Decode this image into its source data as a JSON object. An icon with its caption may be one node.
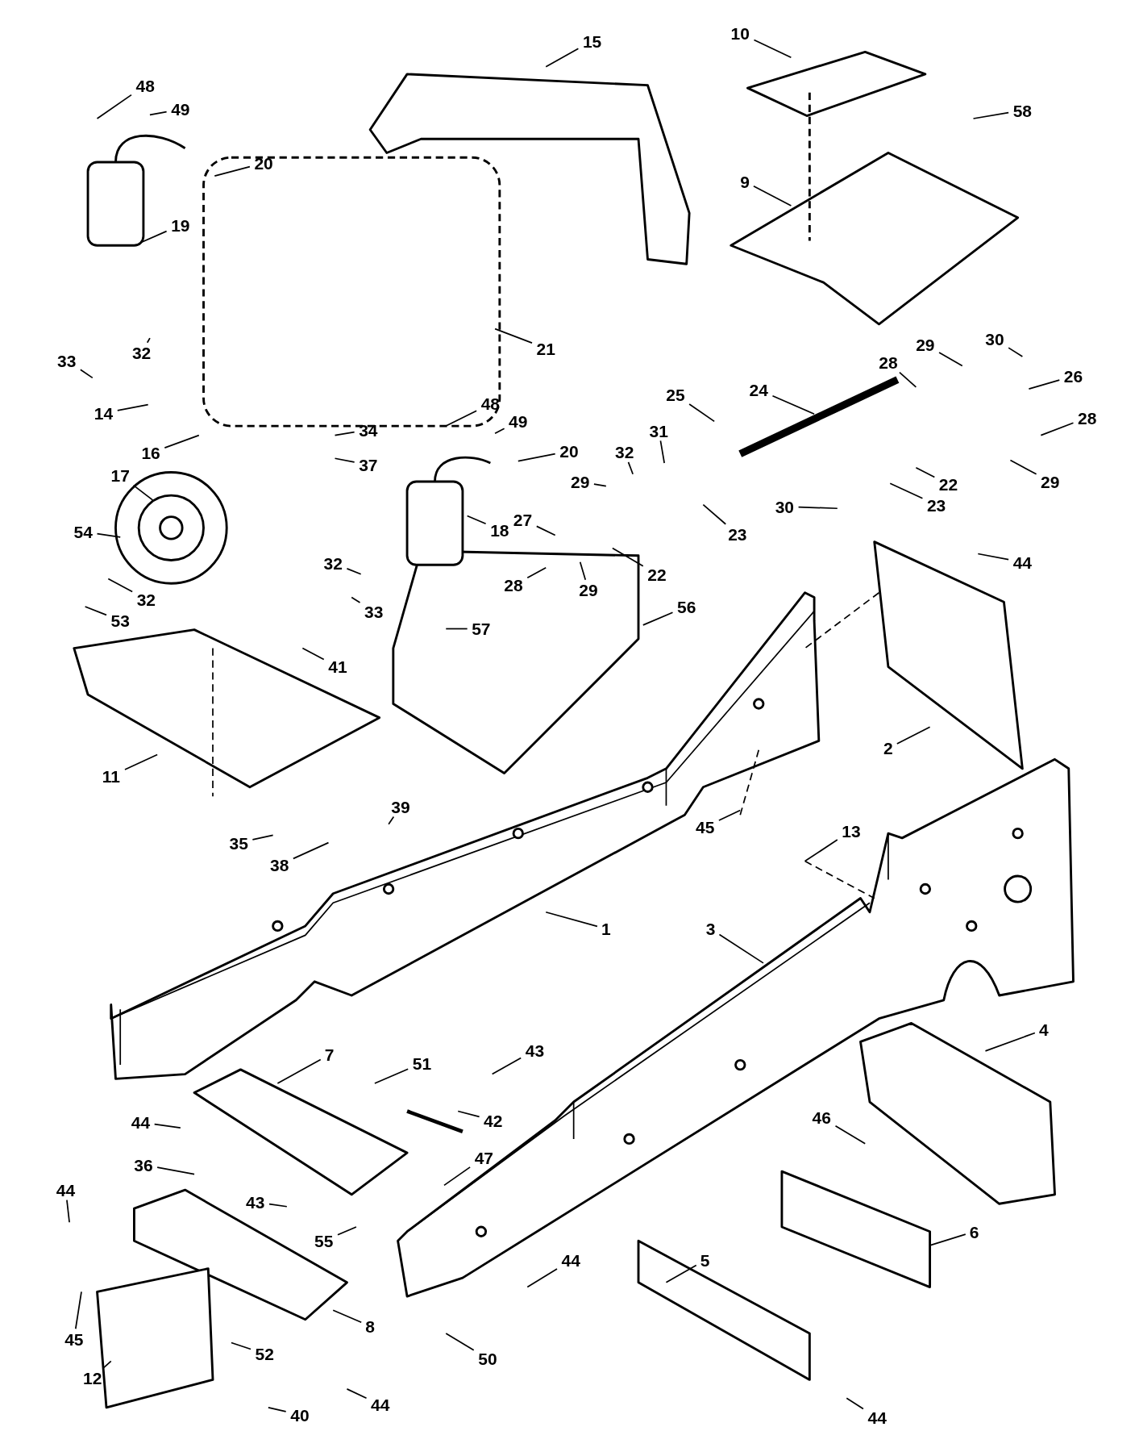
{
  "diagram": {
    "nodes": [
      {
        "text": [
          "48"
        ]
      },
      {
        "text": [
          "49"
        ]
      },
      {
        "text": [
          "20"
        ]
      },
      {
        "text": [
          "19"
        ]
      },
      {
        "text": [
          "15"
        ]
      },
      {
        "text": [
          "10"
        ]
      },
      {
        "text": [
          "58"
        ]
      },
      {
        "text": [
          "9"
        ]
      },
      {
        "text": [
          "21"
        ]
      },
      {
        "text": [
          "33"
        ]
      },
      {
        "text": [
          "32"
        ]
      },
      {
        "text": [
          "14"
        ]
      },
      {
        "text": [
          "16"
        ]
      },
      {
        "text": [
          "48"
        ]
      },
      {
        "text": [
          "49"
        ]
      },
      {
        "text": [
          "34"
        ]
      },
      {
        "text": [
          "37"
        ]
      },
      {
        "text": [
          "25"
        ]
      },
      {
        "text": [
          "24"
        ]
      },
      {
        "text": [
          "28"
        ]
      },
      {
        "text": [
          "29"
        ]
      },
      {
        "text": [
          "30"
        ]
      },
      {
        "text": [
          "26"
        ]
      },
      {
        "text": [
          "28"
        ]
      },
      {
        "text": [
          "17"
        ]
      },
      {
        "text": [
          "20"
        ]
      },
      {
        "text": [
          "31"
        ]
      },
      {
        "text": [
          "32"
        ]
      },
      {
        "text": [
          "29"
        ]
      },
      {
        "text": [
          "22"
        ]
      },
      {
        "text": [
          "29"
        ]
      },
      {
        "text": [
          "54"
        ]
      },
      {
        "text": [
          "18"
        ]
      },
      {
        "text": [
          "27"
        ]
      },
      {
        "text": [
          "23"
        ]
      },
      {
        "text": [
          "30"
        ]
      },
      {
        "text": [
          "23"
        ]
      },
      {
        "text": [
          "44"
        ]
      },
      {
        "text": [
          "32"
        ]
      },
      {
        "text": [
          "53"
        ]
      },
      {
        "text": [
          "32"
        ]
      },
      {
        "text": [
          "28"
        ]
      },
      {
        "text": [
          "22"
        ]
      },
      {
        "text": [
          "29"
        ]
      },
      {
        "text": [
          "56"
        ]
      },
      {
        "text": [
          "33"
        ]
      },
      {
        "text": [
          "57"
        ]
      },
      {
        "text": [
          "41"
        ]
      },
      {
        "text": [
          "11"
        ]
      },
      {
        "text": [
          "2"
        ]
      },
      {
        "text": [
          "39"
        ]
      },
      {
        "text": [
          "45"
        ]
      },
      {
        "text": [
          "13"
        ]
      },
      {
        "text": [
          "35"
        ]
      },
      {
        "text": [
          "38"
        ]
      },
      {
        "text": [
          "1"
        ]
      },
      {
        "text": [
          "3"
        ]
      },
      {
        "text": [
          "4"
        ]
      },
      {
        "text": [
          "7"
        ]
      },
      {
        "text": [
          "51"
        ]
      },
      {
        "text": [
          "43"
        ]
      },
      {
        "text": [
          "46"
        ]
      },
      {
        "text": [
          "42"
        ]
      },
      {
        "text": [
          "44"
        ]
      },
      {
        "text": [
          "36"
        ]
      },
      {
        "text": [
          "47"
        ]
      },
      {
        "text": [
          "44"
        ]
      },
      {
        "text": [
          "43"
        ]
      },
      {
        "text": [
          "6"
        ]
      },
      {
        "text": [
          "55"
        ]
      },
      {
        "text": [
          "44"
        ]
      },
      {
        "text": [
          "5"
        ]
      },
      {
        "text": [
          "8"
        ]
      },
      {
        "text": [
          "45"
        ]
      },
      {
        "text": [
          "52"
        ]
      },
      {
        "text": [
          "50"
        ]
      },
      {
        "text": [
          "12"
        ]
      },
      {
        "text": [
          "40"
        ]
      },
      {
        "text": [
          "44"
        ]
      },
      {
        "text": [
          "44"
        ]
      }
    ],
    "edges": [
      {
        "from": 0,
        "to": null,
        "arrow": "none"
      },
      {
        "from": 1,
        "to": null,
        "arrow": "none"
      },
      {
        "from": 2,
        "to": null,
        "arrow": "none"
      },
      {
        "from": 3,
        "to": null,
        "arrow": "none"
      },
      {
        "from": 4,
        "to": null,
        "arrow": "none"
      },
      {
        "from": 5,
        "to": null,
        "arrow": "none"
      },
      {
        "from": 6,
        "to": null,
        "arrow": "none"
      },
      {
        "from": 7,
        "to": null,
        "arrow": "none"
      },
      {
        "from": 8,
        "to": null,
        "arrow": "none"
      },
      {
        "from": 9,
        "to": null,
        "arrow": "none"
      },
      {
        "from": 10,
        "to": null,
        "arrow": "none"
      },
      {
        "from": 11,
        "to": null,
        "arrow": "none"
      },
      {
        "from": 12,
        "to": null,
        "arrow": "none"
      },
      {
        "from": 13,
        "to": null,
        "arrow": "none"
      },
      {
        "from": 14,
        "to": null,
        "arrow": "none"
      },
      {
        "from": 15,
        "to": null,
        "arrow": "none"
      },
      {
        "from": 16,
        "to": null,
        "arrow": "none"
      },
      {
        "from": 17,
        "to": null,
        "arrow": "none"
      },
      {
        "from": 18,
        "to": null,
        "arrow": "none"
      },
      {
        "from": 19,
        "to": null,
        "arrow": "none"
      },
      {
        "from": 20,
        "to": null,
        "arrow": "none"
      },
      {
        "from": 21,
        "to": null,
        "arrow": "none"
      },
      {
        "from": 22,
        "to": null,
        "arrow": "none"
      },
      {
        "from": 23,
        "to": null,
        "arrow": "none"
      },
      {
        "from": 24,
        "to": null,
        "arrow": "none"
      },
      {
        "from": 25,
        "to": null,
        "arrow": "none"
      },
      {
        "from": 26,
        "to": null,
        "arrow": "none"
      },
      {
        "from": 27,
        "to": null,
        "arrow": "none"
      },
      {
        "from": 28,
        "to": null,
        "arrow": "none"
      },
      {
        "from": 29,
        "to": null,
        "arrow": "none"
      },
      {
        "from": 30,
        "to": null,
        "arrow": "none"
      },
      {
        "from": 31,
        "to": null,
        "arrow": "none"
      },
      {
        "from": 32,
        "to": null,
        "arrow": "none"
      },
      {
        "from": 33,
        "to": null,
        "arrow": "none"
      },
      {
        "from": 34,
        "to": null,
        "arrow": "none"
      },
      {
        "from": 35,
        "to": null,
        "arrow": "none"
      },
      {
        "from": 36,
        "to": null,
        "arrow": "none"
      },
      {
        "from": 37,
        "to": null,
        "arrow": "none"
      },
      {
        "from": 38,
        "to": null,
        "arrow": "none"
      },
      {
        "from": 39,
        "to": null,
        "arrow": "none"
      },
      {
        "from": 40,
        "to": null,
        "arrow": "none"
      },
      {
        "from": 41,
        "to": null,
        "arrow": "none"
      },
      {
        "from": 42,
        "to": null,
        "arrow": "none"
      },
      {
        "from": 43,
        "to": null,
        "arrow": "none"
      },
      {
        "from": 44,
        "to": null,
        "arrow": "none"
      },
      {
        "from": 45,
        "to": null,
        "arrow": "none"
      },
      {
        "from": 46,
        "to": null,
        "arrow": "none"
      },
      {
        "from": 47,
        "to": null,
        "arrow": "none"
      },
      {
        "from": 48,
        "to": null,
        "arrow": "none"
      },
      {
        "from": 49,
        "to": null,
        "arrow": "none"
      },
      {
        "from": 50,
        "to": null,
        "arrow": "none"
      },
      {
        "from": 51,
        "to": null,
        "arrow": "none"
      },
      {
        "from": 52,
        "to": null,
        "arrow": "none"
      },
      {
        "from": 53,
        "to": null,
        "arrow": "none"
      },
      {
        "from": 54,
        "to": null,
        "arrow": "none"
      },
      {
        "from": 55,
        "to": null,
        "arrow": "none"
      },
      {
        "from": 56,
        "to": null,
        "arrow": "none"
      },
      {
        "from": 57,
        "to": null,
        "arrow": "none"
      },
      {
        "from": 58,
        "to": null,
        "arrow": "none"
      },
      {
        "from": 59,
        "to": null,
        "arrow": "none"
      },
      {
        "from": 60,
        "to": null,
        "arrow": "none"
      },
      {
        "from": 61,
        "to": null,
        "arrow": "none"
      },
      {
        "from": 62,
        "to": null,
        "arrow": "none"
      },
      {
        "from": 63,
        "to": null,
        "arrow": "none"
      },
      {
        "from": 64,
        "to": null,
        "arrow": "none"
      },
      {
        "from": 65,
        "to": null,
        "arrow": "none"
      },
      {
        "from": 66,
        "to": null,
        "arrow": "none"
      },
      {
        "from": 67,
        "to": null,
        "arrow": "none"
      },
      {
        "from": 68,
        "to": null,
        "arrow": "none"
      },
      {
        "from": 69,
        "to": null,
        "arrow": "none"
      },
      {
        "from": 70,
        "to": null,
        "arrow": "none"
      },
      {
        "from": 71,
        "to": null,
        "arrow": "none"
      },
      {
        "from": 72,
        "to": null,
        "arrow": "none"
      },
      {
        "from": 73,
        "to": null,
        "arrow": "none"
      },
      {
        "from": 74,
        "to": null,
        "arrow": "none"
      },
      {
        "from": 75,
        "to": null,
        "arrow": "none"
      },
      {
        "from": 76,
        "to": null,
        "arrow": "none"
      },
      {
        "from": 77,
        "to": null,
        "arrow": "none"
      },
      {
        "from": 78,
        "to": null,
        "arrow": "none"
      },
      {
        "from": 79,
        "to": null,
        "arrow": "none"
      }
    ]
  }
}
